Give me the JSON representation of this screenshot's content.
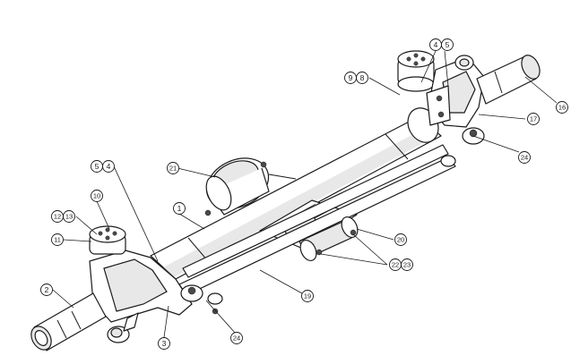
{
  "callouts": [
    {
      "id": "c1",
      "label": "1"
    },
    {
      "id": "c2",
      "label": "2"
    },
    {
      "id": "c3",
      "label": "3"
    },
    {
      "id": "c4a",
      "label": "4"
    },
    {
      "id": "c5a",
      "label": "5"
    },
    {
      "id": "c4b",
      "label": "4"
    },
    {
      "id": "c5b",
      "label": "5"
    },
    {
      "id": "c8",
      "label": "8"
    },
    {
      "id": "c9",
      "label": "9"
    },
    {
      "id": "c10",
      "label": "10"
    },
    {
      "id": "c11",
      "label": "11"
    },
    {
      "id": "c12",
      "label": "12"
    },
    {
      "id": "c13",
      "label": "13"
    },
    {
      "id": "c16",
      "label": "16"
    },
    {
      "id": "c17",
      "label": "17"
    },
    {
      "id": "c19",
      "label": "19"
    },
    {
      "id": "c20",
      "label": "20"
    },
    {
      "id": "c21",
      "label": "21"
    },
    {
      "id": "c22",
      "label": "22"
    },
    {
      "id": "c23",
      "label": "23"
    },
    {
      "id": "c24a",
      "label": "24"
    },
    {
      "id": "c24b",
      "label": "24"
    }
  ]
}
